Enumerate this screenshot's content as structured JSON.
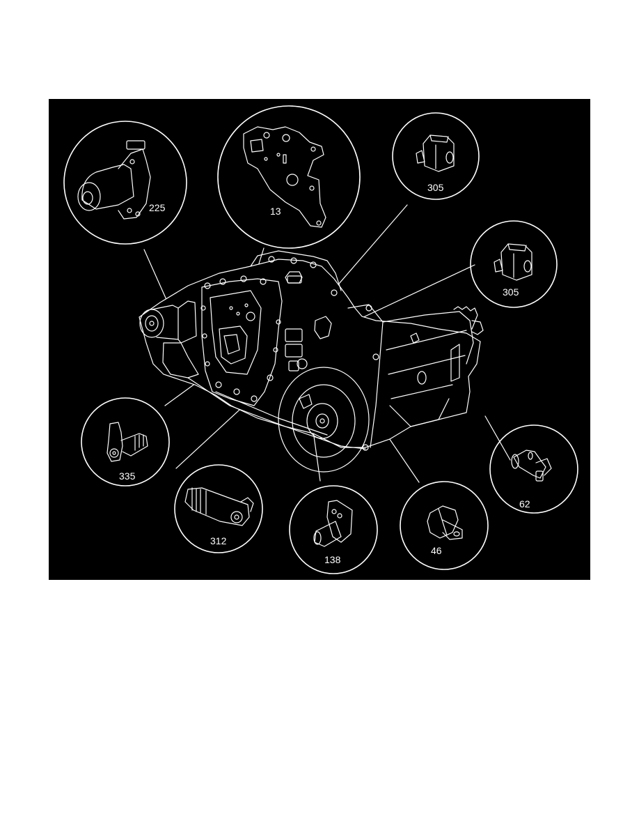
{
  "figure": {
    "background": "#000000",
    "line_color": "#ffffff",
    "page_background": "#ffffff",
    "main_subject": "transaxle assembly with valve body exposed",
    "callouts": [
      {
        "id": "225",
        "label": "225",
        "part": "solenoid with mounting bracket"
      },
      {
        "id": "13",
        "label": "13",
        "part": "valve body plate / bracket"
      },
      {
        "id": "305a",
        "label": "305",
        "part": "shift solenoid (upper)"
      },
      {
        "id": "305b",
        "label": "305",
        "part": "shift solenoid (lower)"
      },
      {
        "id": "335",
        "label": "335",
        "part": "angled connector solenoid"
      },
      {
        "id": "312",
        "label": "312",
        "part": "pressure control solenoid"
      },
      {
        "id": "138",
        "label": "138",
        "part": "flanged sensor"
      },
      {
        "id": "46",
        "label": "46",
        "part": "speed sensor with tab"
      },
      {
        "id": "62",
        "label": "62",
        "part": "output speed sensor"
      }
    ]
  }
}
